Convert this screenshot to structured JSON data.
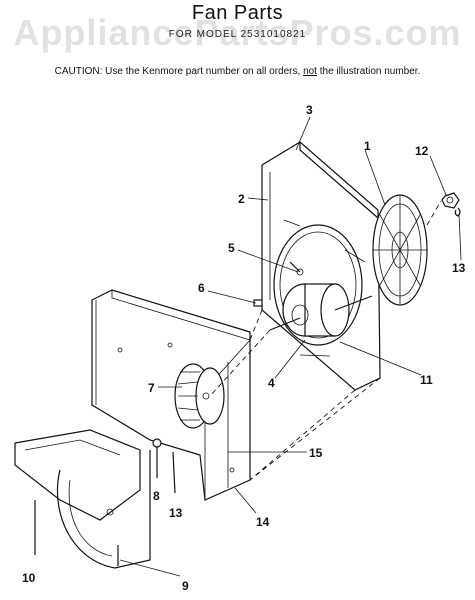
{
  "header": {
    "title": "Fan Parts",
    "model_line": "FOR MODEL 2531010821",
    "watermark": "AppliancePartsPros.com",
    "caution_prefix": "CAUTION:  Use the Kenmore part number on all orders,",
    "caution_not": "not",
    "caution_suffix": "the illustration number."
  },
  "callouts": {
    "c1": "1",
    "c2": "2",
    "c3": "3",
    "c4": "4",
    "c5": "5",
    "c6": "6",
    "c7": "7",
    "c8": "8",
    "c9": "9",
    "c10": "10",
    "c11": "11",
    "c12": "12",
    "c13a": "13",
    "c13b": "13",
    "c14": "14",
    "c15": "15"
  }
}
